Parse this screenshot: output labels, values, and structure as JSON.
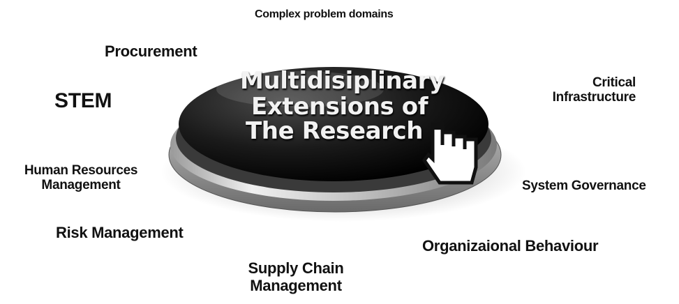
{
  "center": {
    "line1": "Multidisiplinary",
    "line2": "Extensions of",
    "line3": "The Research"
  },
  "labels": {
    "complex": "Complex problem domains",
    "procurement": "Procurement",
    "stem": "STEM",
    "critical_1": "Critical",
    "critical_2": "Infrastructure",
    "hr_1": "Human Resources",
    "hr_2": "Management",
    "governance": "System Governance",
    "risk": "Risk Management",
    "org": "Organizaional Behaviour",
    "supply_1": "Supply Chain",
    "supply_2": "Management"
  },
  "colors": {
    "button_dark": "#0b0b0b",
    "button_mid": "#6e6e6e",
    "button_light": "#e8e8e8",
    "text": "#111111"
  },
  "icons": [
    "hand-pointer-icon"
  ]
}
